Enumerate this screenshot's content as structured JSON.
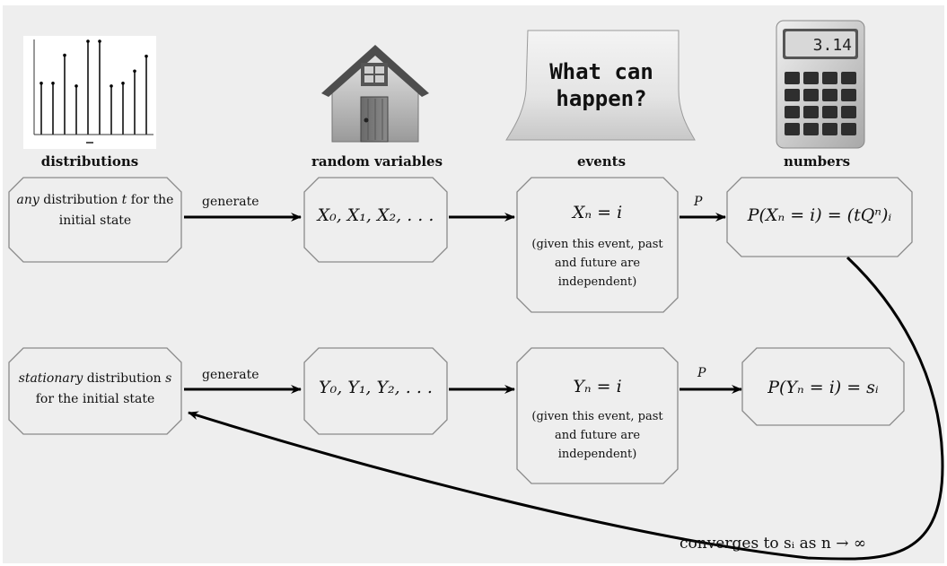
{
  "headers": {
    "distributions": "distributions",
    "random_variables": "random variables",
    "events": "events",
    "numbers": "numbers"
  },
  "icons": {
    "sticky_note_text_1": "What can",
    "sticky_note_text_2": "happen?",
    "calculator_display": "3.14"
  },
  "row1": {
    "dist_any": "any",
    "dist_rest": " distribution ",
    "dist_t": "t",
    "dist_tail": " for the",
    "dist_line2": "initial state",
    "arrow_label": "generate",
    "rv": "X₀, X₁, X₂, . . .",
    "event": "Xₙ = i",
    "note_1": "(given this event, past",
    "note_2": "and future are",
    "note_3": "independent)",
    "p_label": "P",
    "number": "P(Xₙ = i) = (tQⁿ)ᵢ"
  },
  "row2": {
    "dist_stationary": "stationary",
    "dist_rest": " distribution ",
    "dist_s": "s",
    "dist_line2": "for the initial state",
    "arrow_label": "generate",
    "rv": "Y₀, Y₁, Y₂, . . .",
    "event": "Yₙ = i",
    "note_1": "(given this event, past",
    "note_2": "and future are",
    "note_3": "independent)",
    "p_label": "P",
    "number": "P(Yₙ = i) = sᵢ"
  },
  "converges_label": "converges to sᵢ as n → ∞",
  "stem_plot": {
    "values": [
      0.55,
      0.55,
      0.85,
      0.52,
      1.0,
      1.0,
      0.52,
      0.55,
      0.68,
      0.84
    ]
  }
}
